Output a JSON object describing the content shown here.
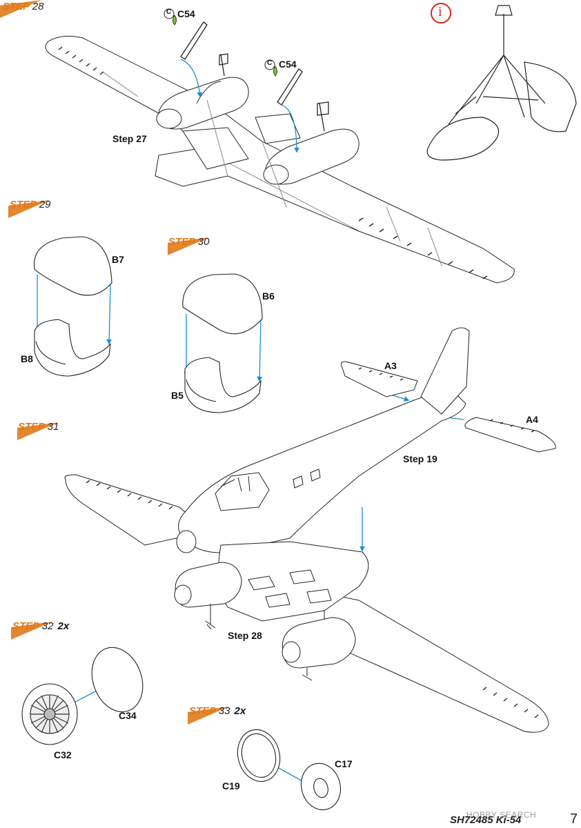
{
  "steps": {
    "s28": {
      "word": "STEP",
      "num": "28",
      "mult": ""
    },
    "s29": {
      "word": "STEP",
      "num": "29",
      "mult": ""
    },
    "s30": {
      "word": "STEP",
      "num": "30",
      "mult": ""
    },
    "s31": {
      "word": "STEP",
      "num": "31",
      "mult": ""
    },
    "s32": {
      "word": "STEP",
      "num": "32",
      "mult": "2x"
    },
    "s33": {
      "word": "STEP",
      "num": "33",
      "mult": "2x"
    }
  },
  "parts": {
    "c54_a": "C54",
    "c54_b": "C54",
    "b7": "B7",
    "b8": "B8",
    "b6": "B6",
    "b5": "B5",
    "a3": "A3",
    "a4": "A4",
    "c34": "C34",
    "c32": "C32",
    "c17": "C17",
    "c19": "C19"
  },
  "refs": {
    "step27": "Step 27",
    "step19": "Step 19",
    "step28": "Step 28"
  },
  "markers": {
    "c_circle": "C",
    "info": "i"
  },
  "footer": {
    "code": "SH72485 Ki-54",
    "page": "7",
    "watermark": "HOBBY SEARCH"
  },
  "colors": {
    "step_orange": "#e07a1a",
    "arrow_blue": "#1a8fd0",
    "info_red": "#d9261c",
    "glue_green": "#7bbf3a"
  }
}
